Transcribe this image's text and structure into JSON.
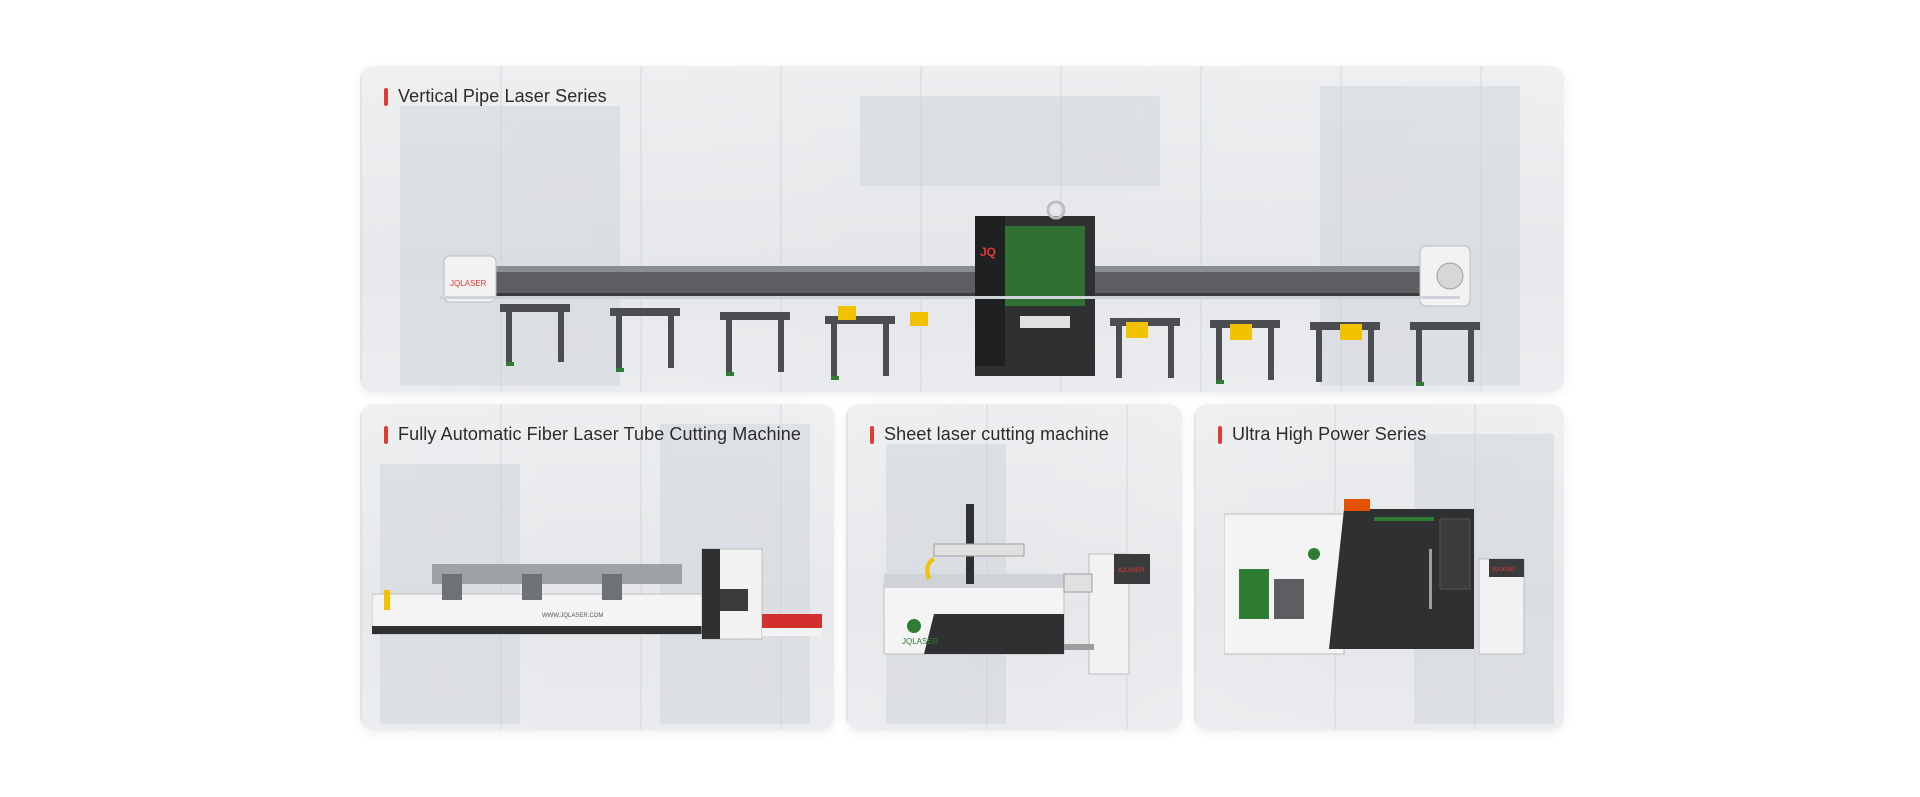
{
  "cards": [
    {
      "title": "Vertical Pipe Laser Series"
    },
    {
      "title": "Fully Automatic Fiber Laser Tube Cutting Machine"
    },
    {
      "title": "Sheet laser cutting machine"
    },
    {
      "title": "Ultra High Power Series"
    }
  ],
  "colors": {
    "accent": "#e53935",
    "card_bg": "#e9eaec",
    "title_text": "#2b2b2b",
    "machine_dark": "#3a3b3d",
    "machine_light": "#f2f2f2",
    "machine_green": "#2e7d32",
    "machine_yellow": "#f2c200"
  }
}
